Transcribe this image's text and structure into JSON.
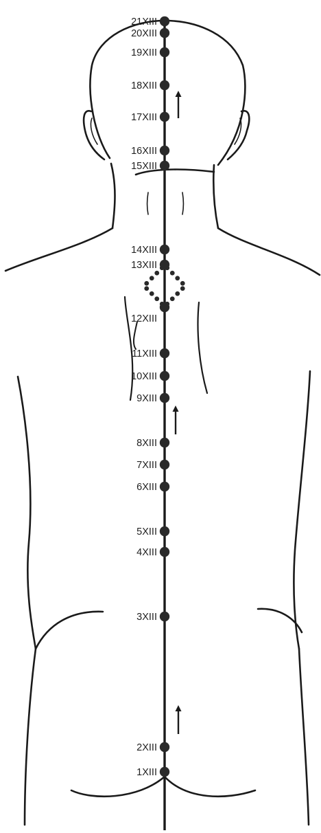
{
  "colors": {
    "line": "#1a1a1a",
    "point": "#2a2a2a",
    "label": "#222222"
  },
  "meridian": {
    "name": "",
    "direction": "upward"
  },
  "points": [
    {
      "label": "21XIII"
    },
    {
      "label": "20XIII"
    },
    {
      "label": "19XIII"
    },
    {
      "label": "18XIII"
    },
    {
      "label": "17XIII"
    },
    {
      "label": "16XIII"
    },
    {
      "label": "15XIII"
    },
    {
      "label": "14XIII"
    },
    {
      "label": "13XIII"
    },
    {
      "label": "12XIII"
    },
    {
      "label": "11XIII"
    },
    {
      "label": "10XIII"
    },
    {
      "label": "9XIII"
    },
    {
      "label": "8XIII"
    },
    {
      "label": "7XIII"
    },
    {
      "label": "6XIII"
    },
    {
      "label": "5XIII"
    },
    {
      "label": "4XIII"
    },
    {
      "label": "3XIII"
    },
    {
      "label": "2XIII"
    },
    {
      "label": "1XIII"
    }
  ],
  "arrows": [
    {
      "icon": "arrow-up-icon"
    },
    {
      "icon": "arrow-up-icon"
    },
    {
      "icon": "arrow-up-icon"
    }
  ],
  "diamond_marker": {
    "icon": "dotted-diamond-icon"
  }
}
